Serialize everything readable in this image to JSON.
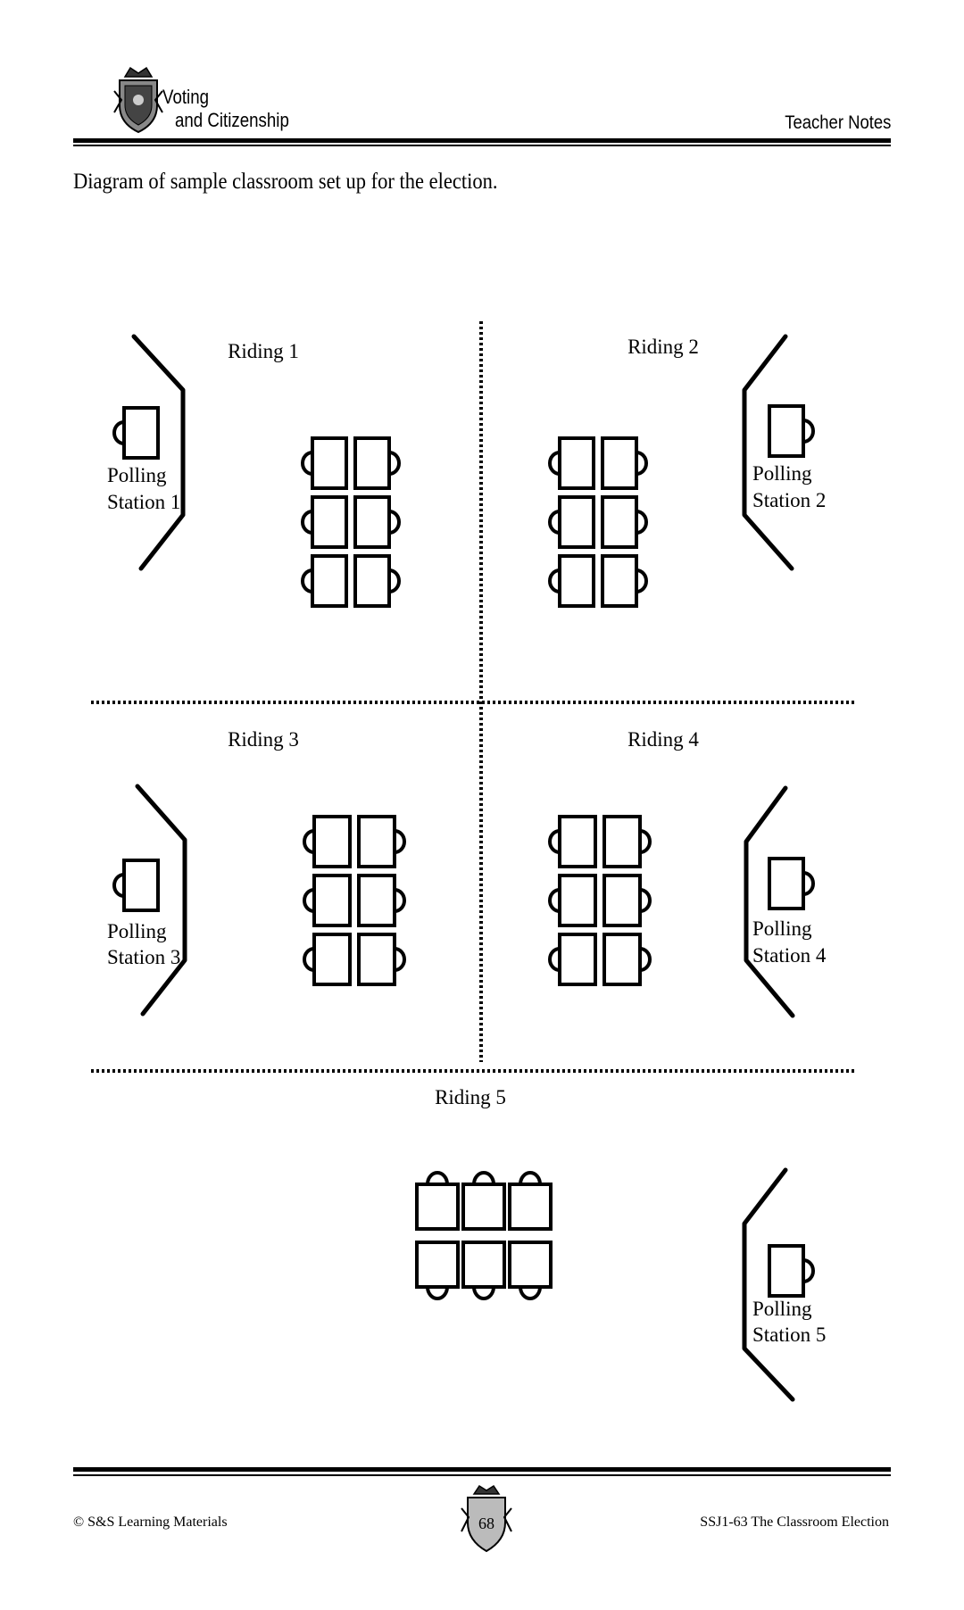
{
  "header": {
    "title_line1": "Voting",
    "title_line2": "and Citizenship",
    "section": "Teacher Notes",
    "logo_icon": "crest-icon"
  },
  "intro": "Diagram of sample classroom set up for the election.",
  "diagram": {
    "ridings": [
      {
        "label": "Riding 1",
        "station_line1": "Polling",
        "station_line2": "Station 1"
      },
      {
        "label": "Riding 2",
        "station_line1": "Polling",
        "station_line2": "Station 2"
      },
      {
        "label": "Riding 3",
        "station_line1": "Polling",
        "station_line2": "Station 3"
      },
      {
        "label": "Riding 4",
        "station_line1": "Polling",
        "station_line2": "Station 4"
      },
      {
        "label": "Riding 5",
        "station_line1": "Polling",
        "station_line2": "Station 5"
      }
    ]
  },
  "footer": {
    "left": "© S&S Learning Materials",
    "page": "68",
    "right": "SSJ1-63 The Classroom Election"
  }
}
